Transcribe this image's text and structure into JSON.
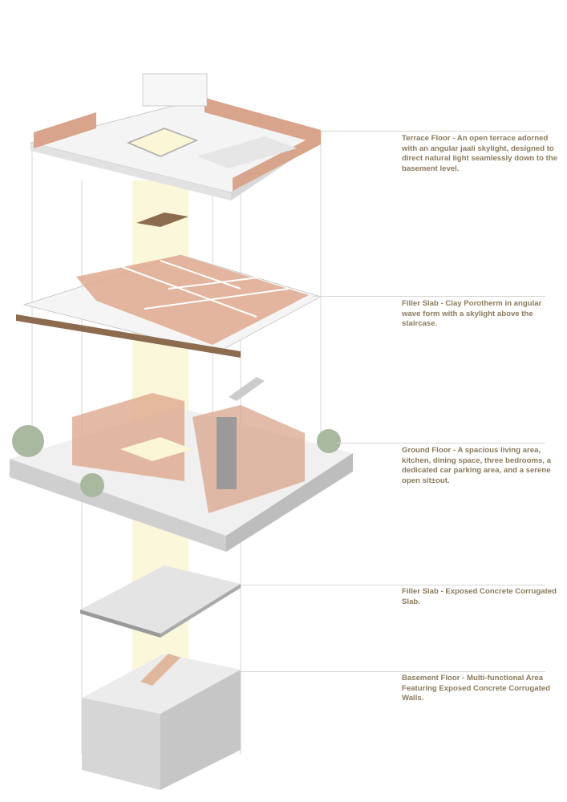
{
  "annotations": [
    {
      "id": "terrace",
      "text": "Terrace Floor -  An open terrace adorned with an angular jaali skylight, designed to direct natural light seamlessly down to the basement level."
    },
    {
      "id": "filler-slab-clay",
      "text": "Filler Slab - Clay Porotherm in angular wave form with a skylight above the staircase."
    },
    {
      "id": "ground-floor",
      "text": "Ground Floor - A spacious living area, kitchen, dining space, three bedrooms, a dedicated car parking area, and a serene open sit±out."
    },
    {
      "id": "filler-slab-concrete",
      "text": "Filler Slab - Exposed Concrete Corrugated Slab."
    },
    {
      "id": "basement",
      "text": "Basement Floor - Multi-functional Area Featuring Exposed Concrete Corrugated Walls."
    }
  ],
  "colors": {
    "text": "#8a7a5c",
    "brick": "#d9a48c",
    "slab": "#f2f2f2",
    "skylight": "#fbf6d6",
    "concrete": "#d4d4d4",
    "tree": "#a9b9a0"
  }
}
